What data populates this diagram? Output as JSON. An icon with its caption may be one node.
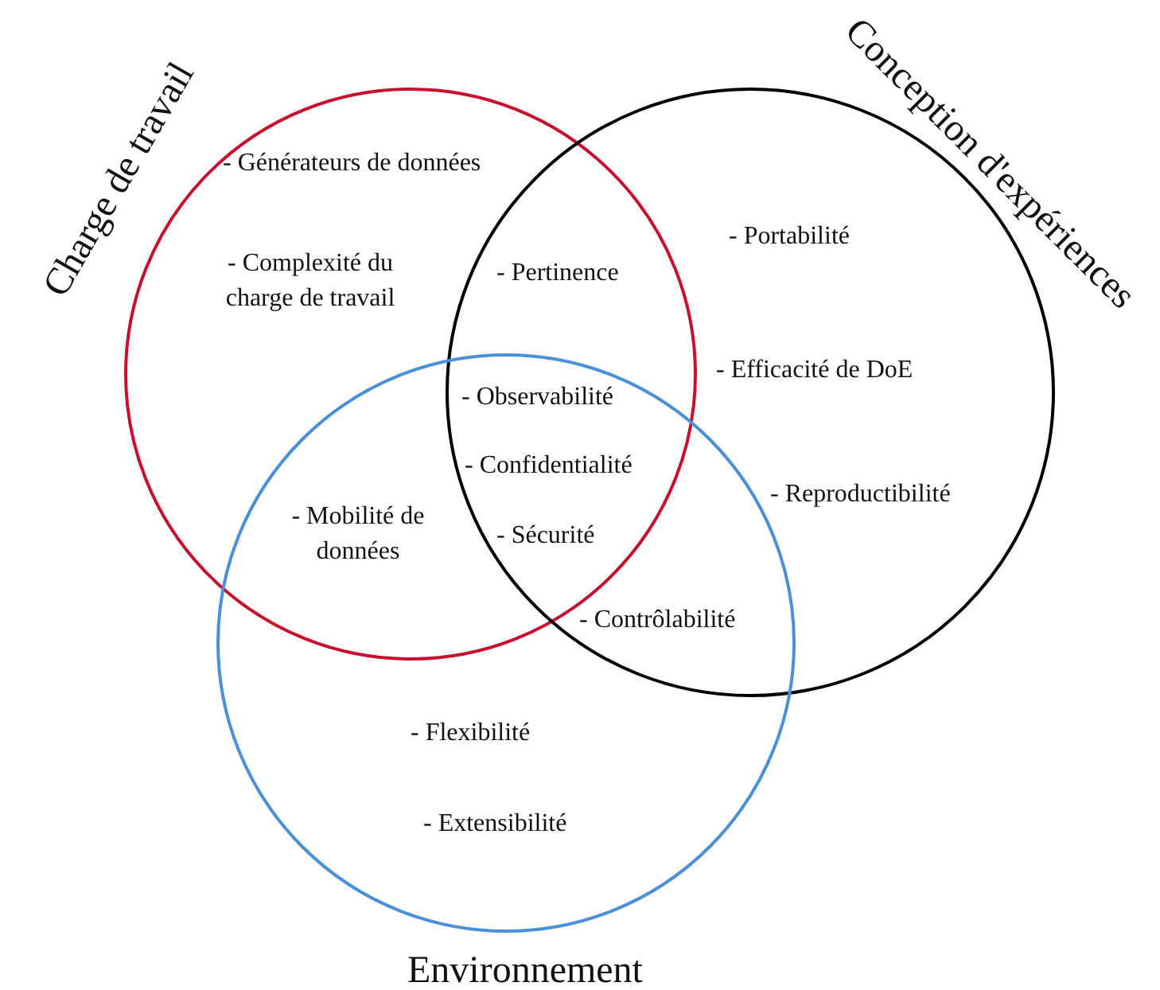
{
  "diagram": {
    "nodes": [
      {
        "text": [
          "Charge de travail"
        ]
      },
      {
        "text": [
          "Conception d'expériences"
        ]
      },
      {
        "text": [
          "Environnement"
        ]
      }
    ],
    "labels": [
      "- Générateurs de données",
      "- Portabilité",
      "- Pertinence",
      "- Complexité du charge de travail",
      "- Efficacité de DoE",
      "- Observabilité",
      "- Confidentialité",
      "- Reproductibilité",
      "- Mobilité de données",
      "- Sécurité",
      "- Contrôlabilité",
      "- Flexibilité",
      "- Extensibilité"
    ]
  }
}
